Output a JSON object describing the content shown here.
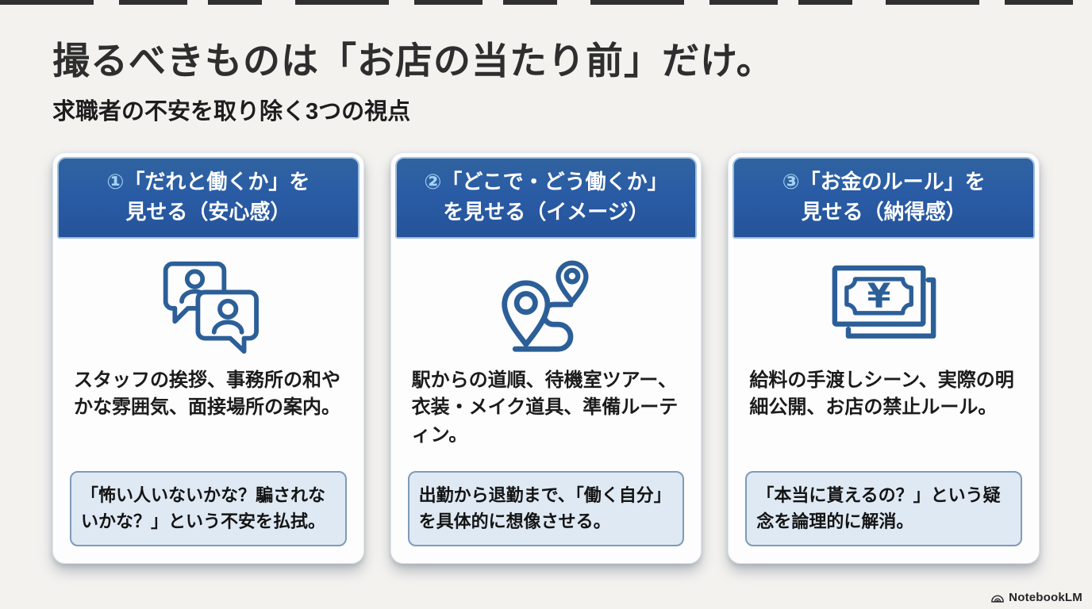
{
  "page": {
    "title": "撮るべきものは「お店の当たり前」だけ。",
    "subtitle": "求職者の不安を取り除く3つの視点"
  },
  "cards": [
    {
      "number": "①",
      "header_line1": "「だれと働くか」を",
      "header_line2": "見せる（安心感）",
      "icon": "chat-bubbles-people-icon",
      "body": "スタッフの挨拶、事務所の和やかな雰囲気、面接場所の案内。",
      "callout": "「怖い人いないかな？騙されないかな？」という不安を払拭。"
    },
    {
      "number": "②",
      "header_line1": "「どこで・どう働くか」",
      "header_line2": "を見せる（イメージ）",
      "icon": "route-map-pins-icon",
      "body": "駅からの道順、待機室ツアー、衣装・メイク道具、準備ルーティン。",
      "callout": "出勤から退勤まで、「働く自分」を具体的に想像させる。"
    },
    {
      "number": "③",
      "header_line1": "「お金のルール」を",
      "header_line2": "見せる（納得感）",
      "icon": "banknote-yen-icon",
      "yen_symbol": "¥",
      "body": "給料の手渡しシーン、実際の明細公開、お店の禁止ルール。",
      "callout": "「本当に貰えるの？」という疑念を論理的に解消。"
    }
  ],
  "footer": {
    "brand": "NotebookLM",
    "logo_icon": "notebooklm-logo-icon"
  },
  "colors": {
    "background": "#f3f2ef",
    "header_blue": "#2a5ca6",
    "header_border_blue": "#9fbedd",
    "header_number_blue": "#a6d3f3",
    "icon_stroke_blue": "#2c5f98",
    "callout_bg": "#dfe9f4",
    "callout_border": "#7e9bb7",
    "title_text": "#2e2e2e",
    "body_text": "#1b1b1b"
  }
}
